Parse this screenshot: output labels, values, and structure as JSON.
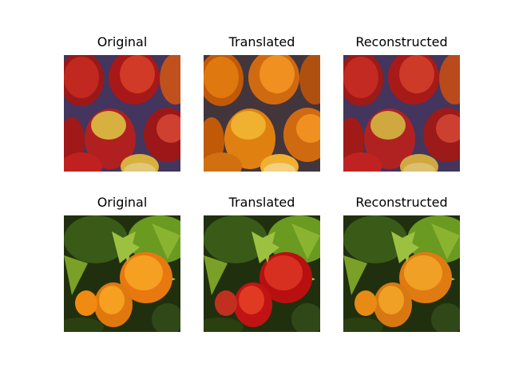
{
  "rows": [
    {
      "titles": [
        "Original",
        "Translated",
        "Reconstructed"
      ],
      "images": [
        {
          "subject": "apples-red",
          "palette": [
            "#b91d1d",
            "#d63c2a",
            "#e0a030",
            "#7a1a15",
            "#5a5a8a"
          ]
        },
        {
          "subject": "apples-orange",
          "palette": [
            "#e07b10",
            "#f0a020",
            "#f5c040",
            "#b05a08",
            "#5a5a8a"
          ]
        },
        {
          "subject": "apples-red",
          "palette": [
            "#b91d1d",
            "#d63c2a",
            "#e0a030",
            "#7a1a15",
            "#5a5a8a"
          ]
        }
      ]
    },
    {
      "titles": [
        "Original",
        "Translated",
        "Reconstructed"
      ],
      "images": [
        {
          "subject": "oranges",
          "palette": [
            "#f08a10",
            "#f5a020",
            "#6aa020",
            "#9cc040",
            "#1a2a10"
          ]
        },
        {
          "subject": "apples-on-tree",
          "palette": [
            "#d01515",
            "#e03a20",
            "#6aa020",
            "#9cc040",
            "#1a2a10"
          ]
        },
        {
          "subject": "oranges",
          "palette": [
            "#f08a10",
            "#f5a020",
            "#6aa020",
            "#9cc040",
            "#1a2a10"
          ]
        }
      ]
    }
  ]
}
